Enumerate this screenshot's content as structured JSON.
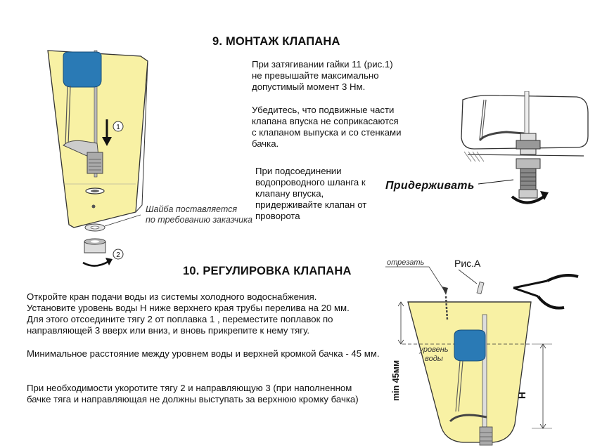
{
  "section9": {
    "title": "9. МОНТАЖ КЛАПАНА",
    "p1": "При затягивании гайки 11 (рис.1)\nне превышайте максимально\nдопустимый момент 3 Нм.",
    "p2": "Убедитесь, что подвижные части\nклапана впуска не соприкасаются\nс клапаном выпуска и со стенками\nбачка.",
    "p3": "При подсоединении\nводопроводного шланга к\nклапану впуска,\nпридерживайте клапан от\nпроворота",
    "washer_note": "Шайба поставляется\nпо требованию заказчика",
    "step1": "1",
    "step2": "2",
    "hold_label": "Придерживать"
  },
  "section10": {
    "title": "10. РЕГУЛИРОВКА КЛАПАНА",
    "p1": "Откройте кран подачи воды из системы холодного водоснабжения.\nУстановите уровень воды Н ниже верхнего края трубы перелива на 20 мм.\nДля этого отсоедините тягу 2 от поплавка 1 , переместите поплавок по\nнаправляющей 3 вверх или вниз, и вновь прикрепите к нему тягу.",
    "p2": "Минимальное расстояние между уровнем воды и верхней кромкой бачка - 45 мм.",
    "p3": "При необходимости укоротите тягу 2 и направляющую 3 (при наполненном\nбачке тяга и направляющая не должны выступать за верхнюю кромку бачка)",
    "cut_label": "отрезать",
    "fig_label": "Рис.А",
    "water_level_label": "уровень\nводы",
    "min_label": "min 45мм",
    "h_label": "Н"
  },
  "colors": {
    "tank_yellow": "#f8f1a4",
    "valve_blue": "#2a7ab5",
    "outline": "#333333"
  }
}
